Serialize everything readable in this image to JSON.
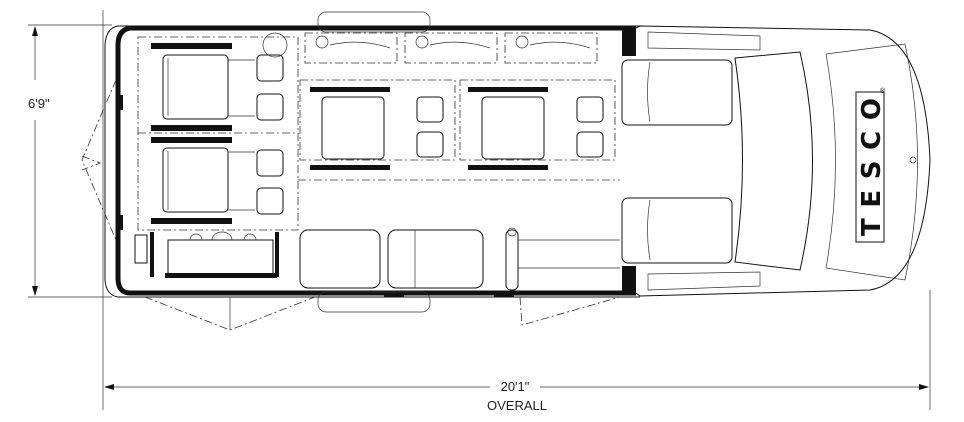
{
  "title": "Bus floor plan",
  "dimensions": {
    "width_label": "6'9\"",
    "length_label": "20'1\"",
    "length_caption": "OVERALL"
  },
  "logo": {
    "text": "TESCO",
    "mark": "®"
  },
  "colors": {
    "line": "#111111",
    "background": "#ffffff"
  }
}
